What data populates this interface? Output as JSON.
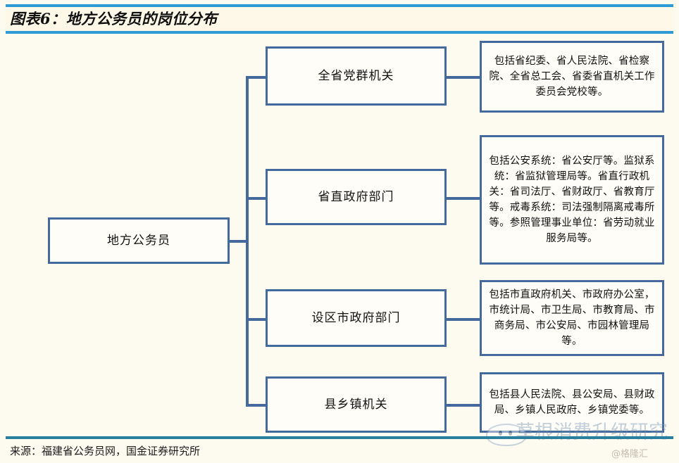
{
  "header": {
    "title": "图表6：地方公务员的岗位分布",
    "rule_color": "#2e9ad6",
    "band_color": "#fdf8e8"
  },
  "footer": {
    "source": "来源：福建省公务员网，国金证券研究所",
    "rule_color": "#2b7f9e"
  },
  "watermark": {
    "text": "草根消费升级研究",
    "signature": "@格隆汇"
  },
  "diagram": {
    "line_color": "#44699d",
    "box_fill": "#fffdf8",
    "root": {
      "label": "地方公务员"
    },
    "branches": [
      {
        "label": "全省党群机关",
        "detail": "包括省纪委、省人民法院、省检察院、全省总工会、省委省直机关工作委员会党校等。"
      },
      {
        "label": "省直政府部门",
        "detail": "包括公安系统：省公安厅等。监狱系统：省监狱管理局等。省直行政机关：省司法厅、省财政厅、省教育厅等。戒毒系统：司法强制隔离戒毒所等。参照管理事业单位：省劳动就业服务局等。"
      },
      {
        "label": "设区市政府部门",
        "detail": "包括市直政府机关、市政府办公室，市统计局、市卫生局、市教育局、市商务局、市公安局、市园林管理局等。"
      },
      {
        "label": "县乡镇机关",
        "detail": "包括县人民法院、县公安局、县财政局、乡镇人民政府、乡镇党委等。"
      }
    ]
  }
}
